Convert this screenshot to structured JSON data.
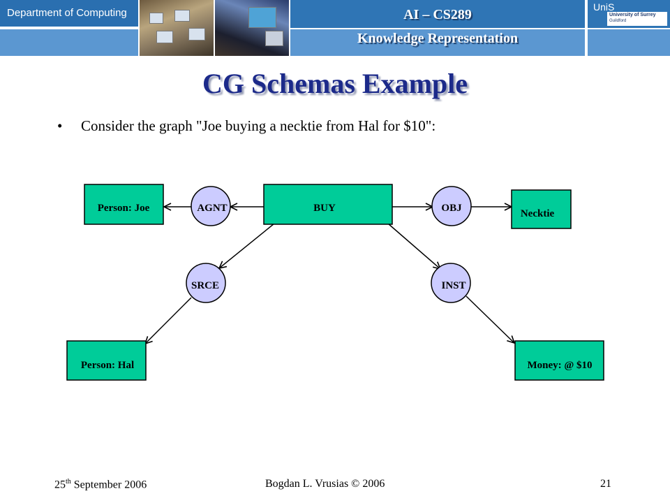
{
  "header": {
    "department": "Department of Computing",
    "course": "AI – CS289",
    "module": "Knowledge Representation",
    "university_mark": "UniS",
    "university_line1": "University of Surrey",
    "university_line2": "Guildford"
  },
  "slide": {
    "title": "CG Schemas Example",
    "bullet": "Consider the graph \"Joe buying a necktie from Hal for $10\":"
  },
  "diagram": {
    "concepts": {
      "person_joe": "Person: Joe",
      "buy": "BUY",
      "necktie": "Necktie",
      "person_hal": "Person: Hal",
      "money": "Money: @ $10"
    },
    "relations": {
      "agnt": "AGNT",
      "obj": "OBJ",
      "srce": "SRCE",
      "inst": "INST"
    },
    "colors": {
      "concept_fill": "#00cc99",
      "relation_fill": "#ccccff"
    }
  },
  "footer": {
    "date_day": "25",
    "date_suffix": "th",
    "date_rest": " September 2006",
    "author": "Bogdan L. Vrusias © 2006",
    "page": "21"
  }
}
